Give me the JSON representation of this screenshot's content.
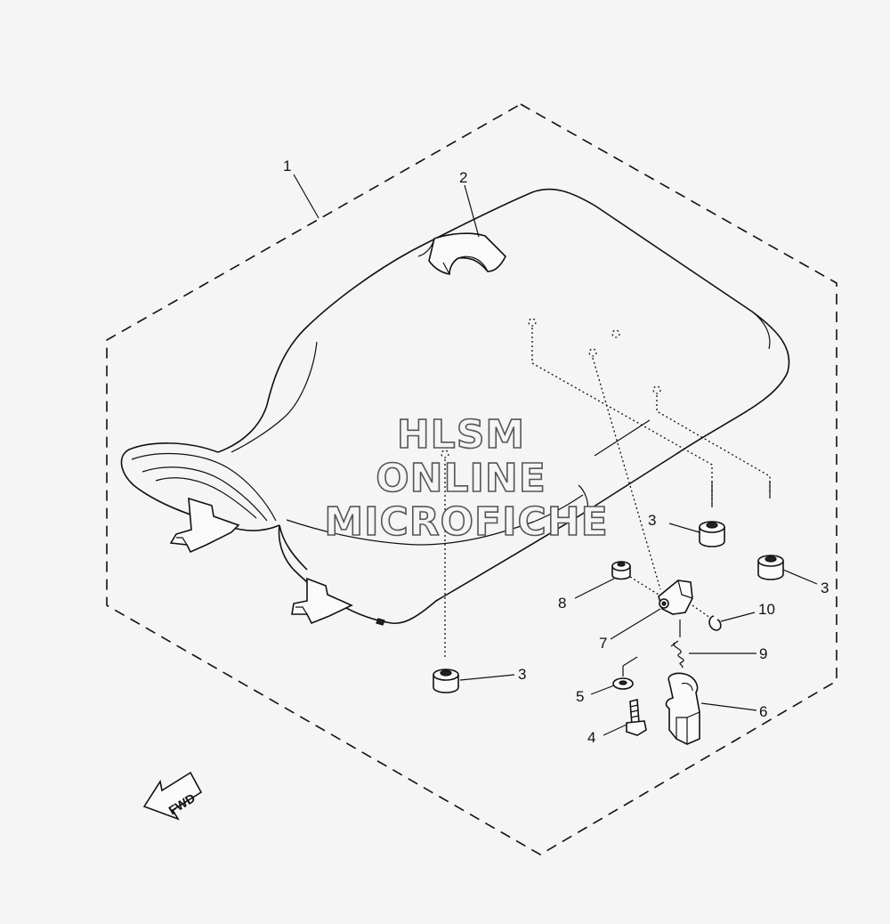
{
  "diagram": {
    "callouts": [
      {
        "id": "c1",
        "label": "1"
      },
      {
        "id": "c2",
        "label": "2"
      },
      {
        "id": "c3a",
        "label": "3"
      },
      {
        "id": "c3b",
        "label": "3"
      },
      {
        "id": "c3c",
        "label": "3"
      },
      {
        "id": "c4",
        "label": "4"
      },
      {
        "id": "c5",
        "label": "5"
      },
      {
        "id": "c6",
        "label": "6"
      },
      {
        "id": "c7",
        "label": "7"
      },
      {
        "id": "c8",
        "label": "8"
      },
      {
        "id": "c9",
        "label": "9"
      },
      {
        "id": "c10",
        "label": "10"
      }
    ],
    "watermark": {
      "line1": "HLSM",
      "line2": "ONLINE",
      "line3": "MICROFICHE"
    },
    "fwd_label": "FWD"
  }
}
